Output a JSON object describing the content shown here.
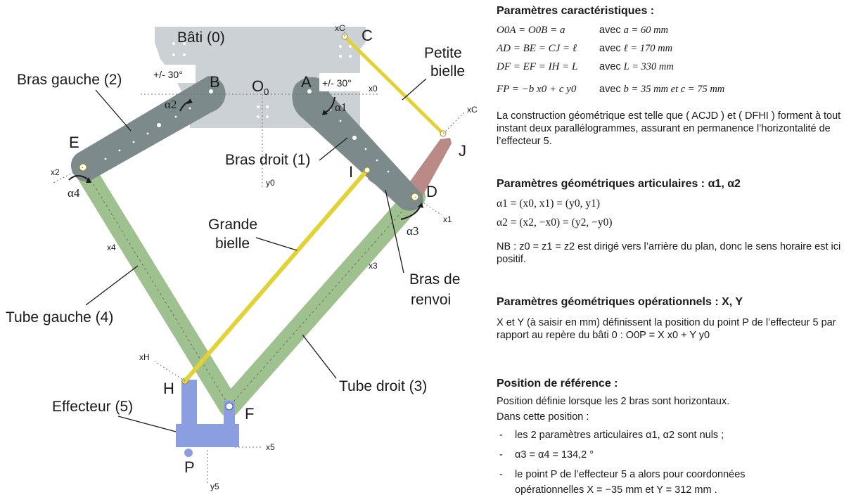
{
  "diagram": {
    "labels": {
      "bati": "Bâti (0)",
      "bras_gauche": "Bras gauche (2)",
      "bras_droit": "Bras droit (1)",
      "petite_bielle_1": "Petite",
      "petite_bielle_2": "bielle",
      "grande_bielle_1": "Grande",
      "grande_bielle_2": "bielle",
      "bras_renvoi_1": "Bras de",
      "bras_renvoi_2": "renvoi",
      "tube_gauche": "Tube gauche (4)",
      "tube_droit": "Tube droit (3)",
      "effecteur": "Effecteur (5)",
      "range_left": "+/- 30°",
      "range_right": "+/- 30°"
    },
    "points": {
      "A": "A",
      "B": "B",
      "C": "C",
      "D": "D",
      "E": "E",
      "F": "F",
      "H": "H",
      "I": "I",
      "J": "J",
      "P": "P",
      "O0": "O",
      "O0_sub": "0"
    },
    "axes": {
      "x0": "x0",
      "y0": "y0",
      "xC_top": "xC",
      "xC_right": "xC",
      "x1": "x1",
      "x2": "x2",
      "x3": "x3",
      "x4": "x4",
      "x5": "x5",
      "y5": "y5",
      "xH": "xH"
    },
    "angles": {
      "a1": "α1",
      "a2": "α2",
      "a3": "α3",
      "a4": "α4"
    },
    "colors": {
      "frame": "#ccd1d6",
      "arm": "#7d8a8c",
      "rod": "#e2d234",
      "tube": "#9fc08f",
      "renvoi": "#b98a86",
      "effector": "#8b9fe0"
    }
  },
  "panel": {
    "h1": "Paramètres caractéristiques :",
    "eq1": "O0A = O0B = a",
    "eq1_avec": "avec",
    "eq1_val": "a = 60 mm",
    "eq2": "AD = BE = CJ = ℓ",
    "eq2_avec": "avec",
    "eq2_val": "ℓ = 170 mm",
    "eq3": "DF = EF = IH = L",
    "eq3_avec": "avec",
    "eq3_val": "L = 330 mm",
    "eq4": "FP = −b x0 + c y0",
    "eq4_avec": "avec",
    "eq4_val": "b = 35 mm  et  c = 75 mm",
    "para1": "La construction géométrique est telle que ( ACJD ) et ( DFHI ) forment à tout instant deux parallélogrammes, assurant en permanence l’horizontalité de l’effecteur 5.",
    "h2": "Paramètres géométriques articulaires : α1, α2",
    "alpha1": "α1 = (x0, x1) = (y0, y1)",
    "alpha2": "α2 = (x2, −x0) = (y2, −y0)",
    "nb": "NB : z0 = z1 = z2 est dirigé vers l’arrière du plan, donc le sens horaire est ici positif.",
    "h3": "Paramètres géométriques opérationnels : X, Y",
    "para3": "X et Y (à saisir en mm) définissent la position du point P de l’effecteur 5 par rapport au repère du bâti 0 : O0P = X x0 + Y y0",
    "h4": "Position de référence :",
    "ref1": "Position définie lorsque les 2 bras sont horizontaux.",
    "ref2": "Dans cette position :",
    "dash": "-",
    "b1": "les 2 paramètres articulaires α1, α2 sont nuls ;",
    "b2": "α3 = α4 = 134,2 °",
    "b3a": "le point P de l’effecteur 5 a alors pour coordonnées",
    "b3b": "opérationnelles X = −35 mm et Y = 312 mm ."
  }
}
